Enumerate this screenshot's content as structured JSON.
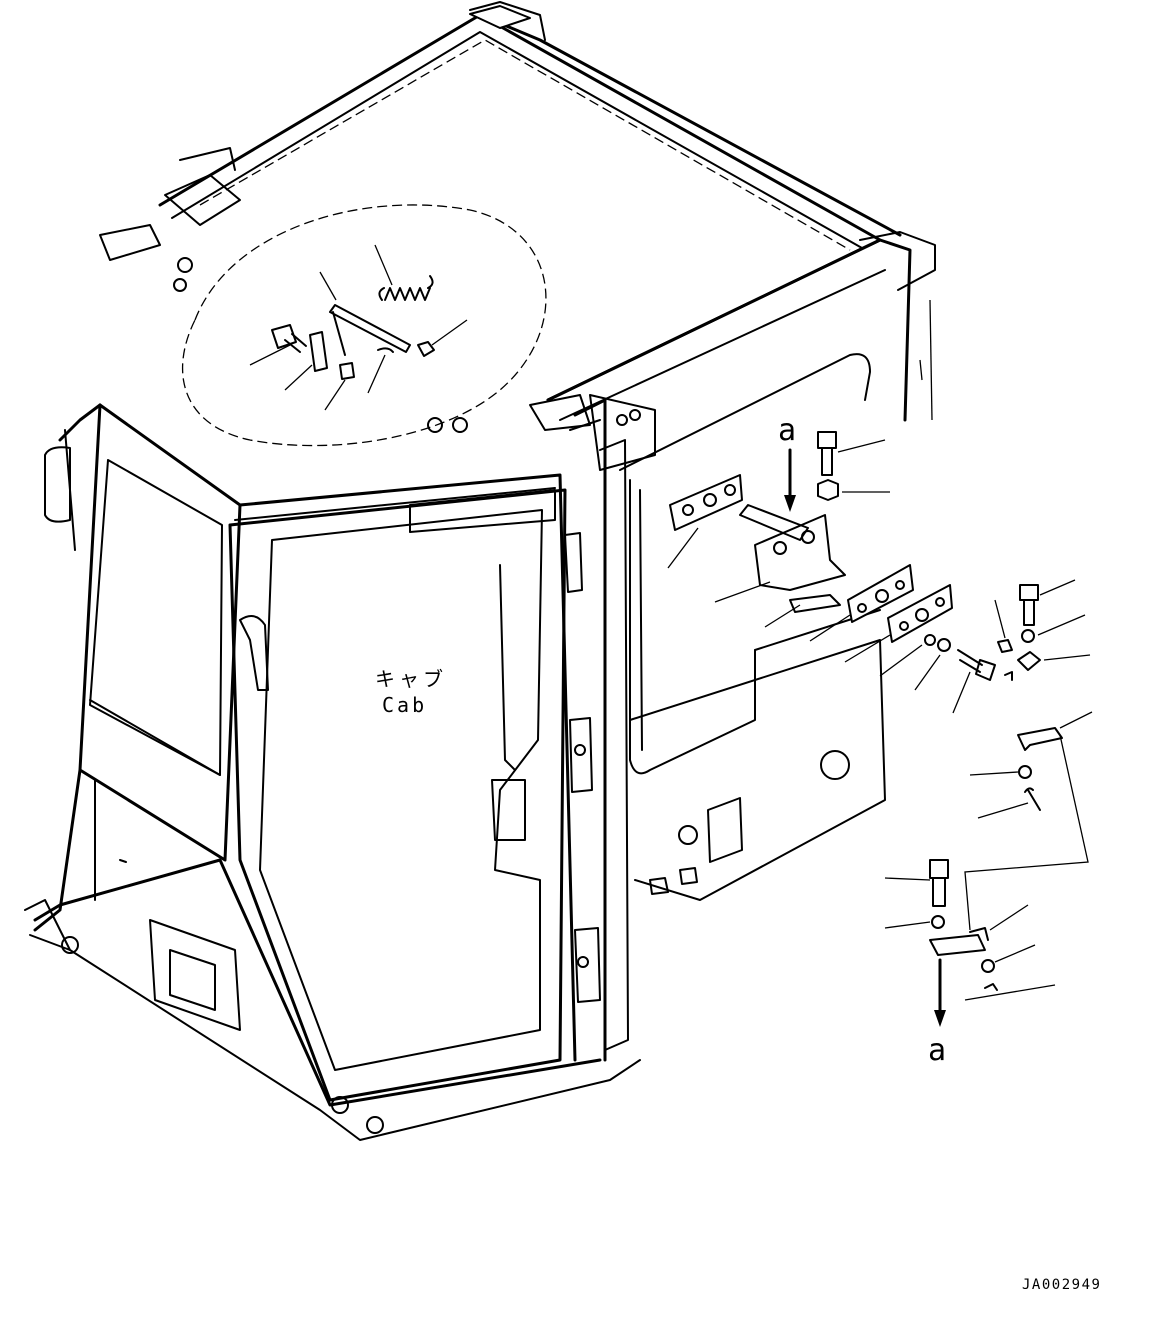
{
  "diagram": {
    "cab_label_jp": "キャブ",
    "cab_label_en": "Cab",
    "view_ref_top": "a",
    "view_ref_bottom": "a",
    "drawing_number": "JA002949"
  }
}
